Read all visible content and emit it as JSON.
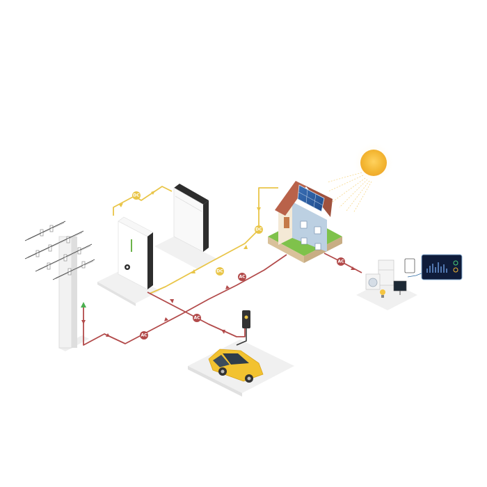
{
  "diagram": {
    "colors": {
      "dc_line": "#e9c548",
      "ac_line": "#b24a4a",
      "sun": "#f3b632",
      "car": "#f2c230",
      "grid_arrow": "#4caf50"
    },
    "components": {
      "sun": "sun-icon",
      "house": "house-with-solar-panels",
      "battery_inverter": "hybrid-inverter-battery",
      "battery_tower": "battery-storage-tower",
      "power_pole": "utility-power-pole",
      "ev_charger": "ev-charger-icon",
      "car": "electric-car",
      "appliances": "home-appliances",
      "monitor": "energy-monitoring-display"
    },
    "labels": {
      "dc1": "DC",
      "dc2": "DC",
      "dc3": "DC",
      "ac1": "AC",
      "ac2": "AC",
      "ac3": "AC",
      "ac4": "AC"
    }
  }
}
